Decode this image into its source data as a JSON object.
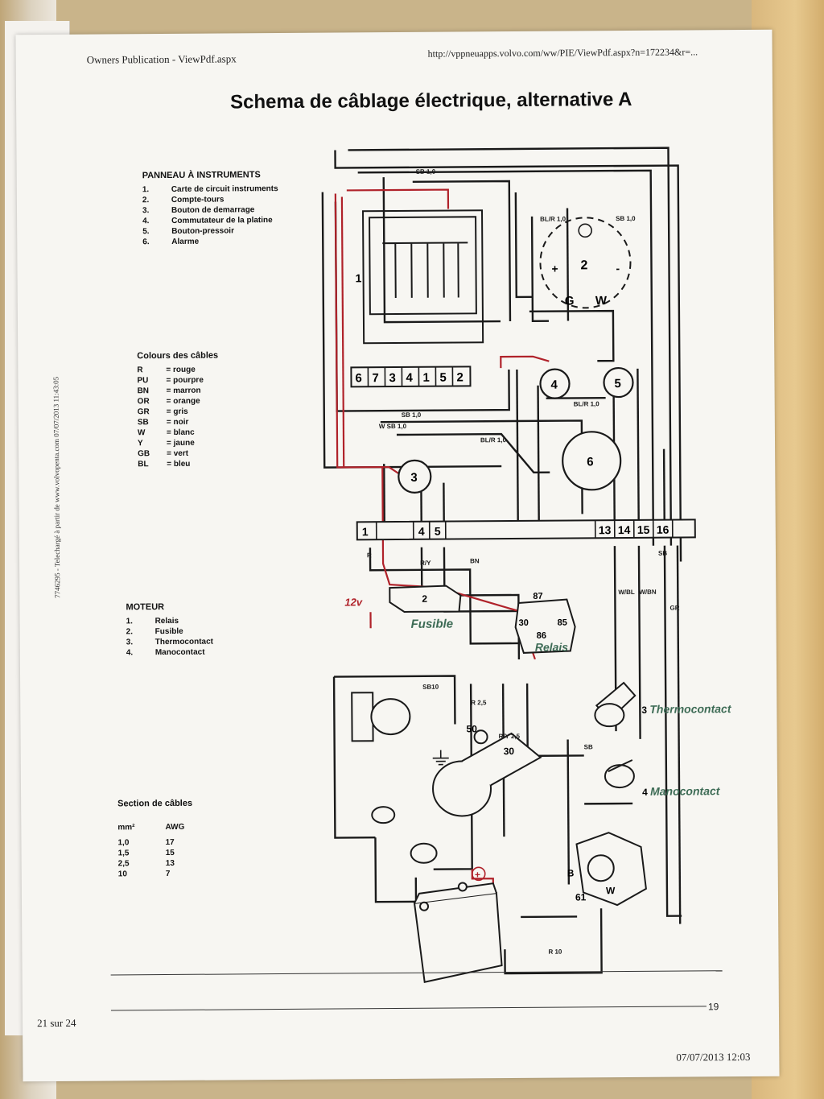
{
  "browser_header": {
    "title": "Owners Publication - ViewPdf.aspx",
    "url": "http://vppneuapps.volvo.com/ww/PIE/ViewPdf.aspx?n=172234&r=..."
  },
  "document": {
    "title": "Schema de câblage électrique, alternative A",
    "side_note": "7746295 - Telechargé à partir de www.volvopenta.com 07/07/2013 11:43:05"
  },
  "panneau": {
    "heading": "PANNEAU À INSTRUMENTS",
    "items": [
      {
        "n": "1.",
        "label": "Carte de circuit instruments"
      },
      {
        "n": "2.",
        "label": "Compte-tours"
      },
      {
        "n": "3.",
        "label": "Bouton de demarrage"
      },
      {
        "n": "4.",
        "label": "Commutateur de la platine"
      },
      {
        "n": "5.",
        "label": "Bouton-pressoir"
      },
      {
        "n": "6.",
        "label": "Alarme"
      }
    ]
  },
  "colours": {
    "heading": "Colours des câbles",
    "items": [
      {
        "c": "R",
        "v": "= rouge"
      },
      {
        "c": "PU",
        "v": "= pourpre"
      },
      {
        "c": "BN",
        "v": "= marron"
      },
      {
        "c": "OR",
        "v": "= orange"
      },
      {
        "c": "GR",
        "v": "= gris"
      },
      {
        "c": "SB",
        "v": "= noir"
      },
      {
        "c": "W",
        "v": "= blanc"
      },
      {
        "c": "Y",
        "v": "= jaune"
      },
      {
        "c": "GB",
        "v": "= vert"
      },
      {
        "c": "BL",
        "v": "= bleu"
      }
    ]
  },
  "moteur": {
    "heading": "MOTEUR",
    "items": [
      {
        "n": "1.",
        "label": "Relais"
      },
      {
        "n": "2.",
        "label": "Fusible"
      },
      {
        "n": "3.",
        "label": "Thermocontact"
      },
      {
        "n": "4.",
        "label": "Manocontact"
      }
    ]
  },
  "section": {
    "heading": "Section de câbles",
    "col1": "mm²",
    "col2": "AWG",
    "rows": [
      {
        "mm": "1,0",
        "awg": "17"
      },
      {
        "mm": "1,5",
        "awg": "15"
      },
      {
        "mm": "2,5",
        "awg": "13"
      },
      {
        "mm": "10",
        "awg": "7"
      }
    ]
  },
  "terminals_top": [
    "6",
    "7",
    "3",
    "4",
    "1",
    "5",
    "2"
  ],
  "terminals_mid": [
    "1",
    "4",
    "5",
    "13",
    "14",
    "15",
    "16"
  ],
  "wire_labels": {
    "sb10_top": "SB 1,0",
    "blr": "BL/R 1,0",
    "sb10_r": "SB 1,0",
    "blr2": "BL/R 1,0",
    "wsb": "W SB 1,0",
    "blr3": "BL/R 1,0",
    "sb10_mid": "SB 1,0",
    "r": "R",
    "ry": "R/Y",
    "bn": "BN",
    "sb": "SB",
    "wbl": "W/BL",
    "wbn": "W/BN",
    "gr": "GR",
    "sb10": "SB10",
    "r25": "R 2,5",
    "ry25": "R/Y 2,5",
    "sb_lower": "SB",
    "r10": "R 10"
  },
  "component_labels": {
    "tach_g": "G",
    "tach_w": "W",
    "tach_plus": "+",
    "tach_minus": "-",
    "relay_87": "87",
    "relay_30": "30",
    "relay_86": "86",
    "relay_85": "85",
    "starter_50": "50",
    "starter_30": "30",
    "alt_b": "B",
    "alt_61": "61",
    "alt_w": "W",
    "c1": "1",
    "c2": "2",
    "c3": "3",
    "c4": "4",
    "c5": "5",
    "c6": "6",
    "m2": "2",
    "m3": "3",
    "m4": "4"
  },
  "handwritten": {
    "fusible": "Fusible",
    "relais": "Relais",
    "thermocontact": "Thermocontact",
    "manocontact": "Manocontact",
    "volt": "12v",
    "plus": "+"
  },
  "footer": {
    "page_of": "21 sur 24",
    "page_number": "19",
    "date": "07/07/2013 12:03"
  },
  "colors": {
    "ink": "#1a1a1a",
    "red_marker": "#b0222a",
    "green_pen": "#3d6b55",
    "paper": "#f7f6f2"
  }
}
